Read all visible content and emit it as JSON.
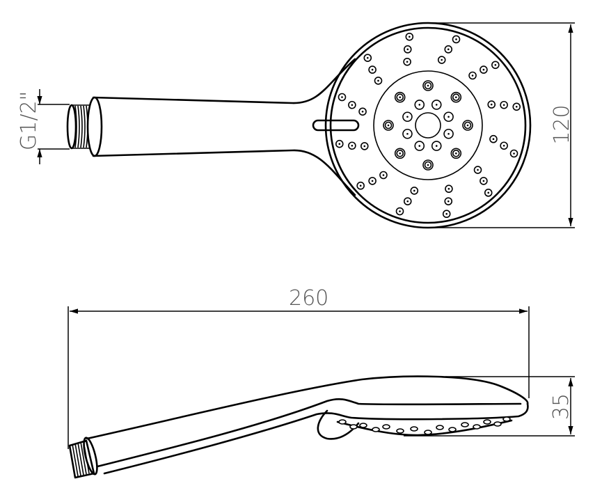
{
  "drawing": {
    "subject": "Hand shower head technical drawing",
    "views": [
      "front view",
      "side view"
    ],
    "dimensions": {
      "thread": "G1/2\"",
      "head_diameter": "120",
      "overall_length": "260",
      "height": "35"
    },
    "line_color": "#000000",
    "text_color": "#555555"
  }
}
